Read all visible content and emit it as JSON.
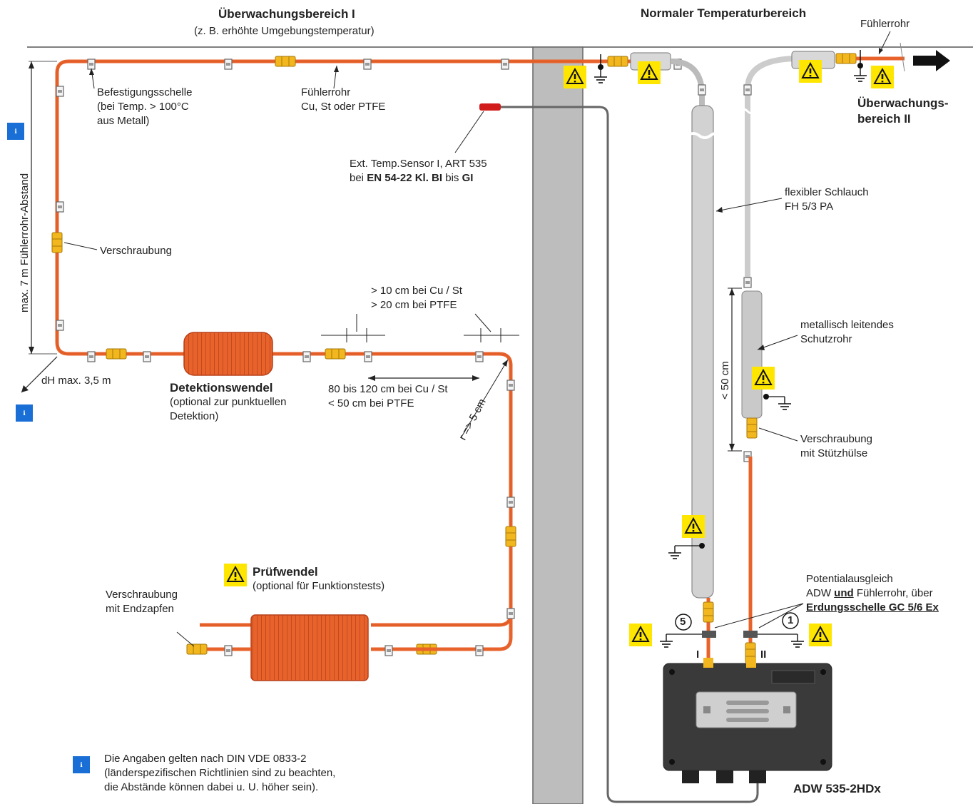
{
  "header": {
    "zone1_title": "Überwachungsbereich I",
    "zone1_sub": "(z. B. erhöhte Umgebungstemperatur)",
    "zone_normal": "Normaler Temperaturbereich",
    "zone2_line1": "Überwachungs-",
    "zone2_line2": "bereich II"
  },
  "labels": {
    "fuehlerrohr_top": "Fühlerrohr",
    "clip_1": "Befestigungsschelle",
    "clip_2": "(bei Temp. > 100°C",
    "clip_3": "aus Metall)",
    "tube_1": "Fühlerrohr",
    "tube_2": "Cu, St oder PTFE",
    "sensor_1": "Ext. Temp.Sensor I, ART 535",
    "sensor_2a": "bei ",
    "sensor_2b": "EN 54-22 Kl. BI",
    "sensor_2c": " bis ",
    "sensor_2d": "GI",
    "max_length": "max. 7 m Fühlerrohr-Abstand",
    "verschraubung": "Verschraubung",
    "dist_1": "> 10 cm bei Cu / St",
    "dist_2": "> 20 cm bei PTFE",
    "dh": "dH max. 3,5 m",
    "det_title": "Detektionswendel",
    "det_1": "(optional zur punktuellen",
    "det_2": "Detektion)",
    "span_1": "80 bis 120 cm bei Cu / St",
    "span_2": "< 50 cm bei PTFE",
    "radius": "r => 5 cm",
    "hose_1": "flexibler Schlauch",
    "hose_2": "FH 5/3 PA",
    "protect_1": "metallisch leitendes",
    "protect_2": "Schutzrohr",
    "lt50": "< 50 cm",
    "support_1": "Verschraubung",
    "support_2": "mit Stützhülse",
    "test_title": "Prüfwendel",
    "test_sub": "(optional für Funktionstests)",
    "end_1": "Verschraubung",
    "end_2": "mit Endzapfen",
    "pot_1": "Potentialausgleich",
    "pot_2a": "ADW ",
    "pot_2b": "und",
    "pot_2c": " Fühlerrohr, über",
    "pot_3": "Erdungsschelle GC 5/6 Ex",
    "port_5": "5",
    "port_1": "1",
    "roman_1": "I",
    "roman_2": "II",
    "device": "ADW 535-2HDx",
    "note_1": "Die Angaben gelten nach DIN VDE 0833-2",
    "note_2": "(länderspezifischen Richtlinien sind zu beachten,",
    "note_3": "die Abstände können dabei u. U. höher sein)."
  },
  "colors": {
    "tube": "#e8632c",
    "fitting": "#f2b61e",
    "hose": "#cccccc",
    "wall": "#bdbdbd",
    "warning": "#ffe600",
    "info": "#1a6fd6",
    "device": "#3a3a3a",
    "sensor": "#d21c1c"
  },
  "icons": [
    "info-icon",
    "warning-icon",
    "ground-icon",
    "arrow-right-icon"
  ]
}
